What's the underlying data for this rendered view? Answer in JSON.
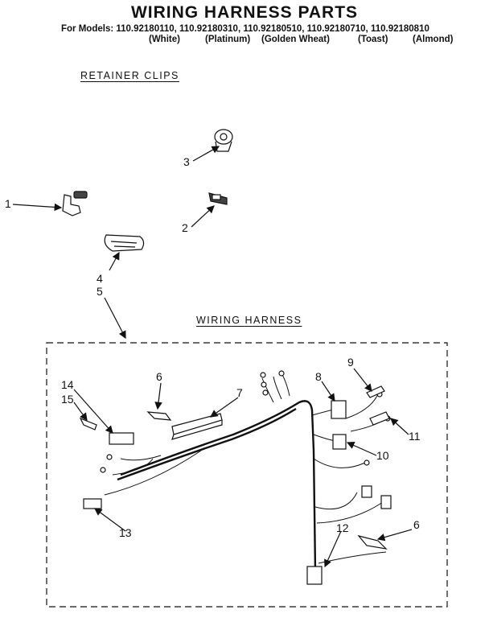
{
  "header": {
    "title": "WIRING HARNESS PARTS",
    "models_line": "For Models: 110.92180110, 110.92180310, 110.92180510, 110.92180710, 110.92180810",
    "colors": [
      "(White)",
      "(Platinum)",
      "(Golden Wheat)",
      "(Toast)",
      "(Almond)"
    ]
  },
  "sections": {
    "retainer_clips": "RETAINER CLIPS",
    "wiring_harness": "WIRING HARNESS"
  },
  "callouts": {
    "c1": "1",
    "c2": "2",
    "c3": "3",
    "c4": "4",
    "c5": "5",
    "c6a": "6",
    "c6b": "6",
    "c7": "7",
    "c8": "8",
    "c9": "9",
    "c10": "10",
    "c11": "11",
    "c12": "12",
    "c13": "13",
    "c14": "14",
    "c15": "15"
  },
  "colors_theme": {
    "ink": "#111111",
    "background": "#ffffff"
  }
}
